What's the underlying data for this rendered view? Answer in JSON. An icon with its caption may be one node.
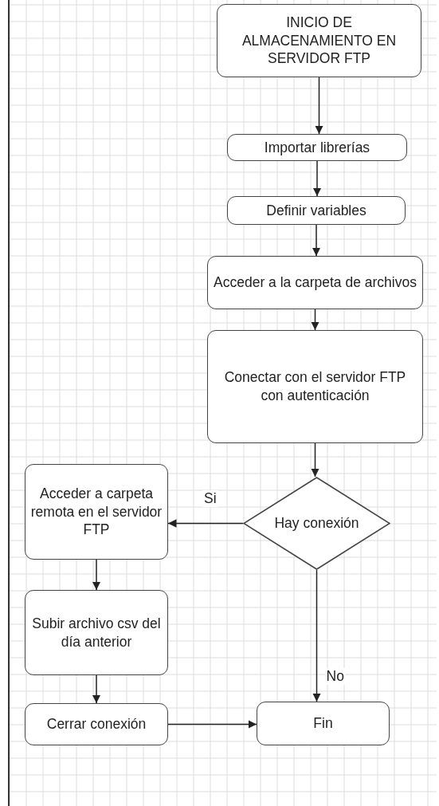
{
  "diagram": {
    "nodes": [
      {
        "text": [
          "INICIO DE ALMACENAMIENTO EN SERVIDOR FTP"
        ]
      },
      {
        "text": [
          "Importar librerías"
        ]
      },
      {
        "text": [
          "Definir variables"
        ]
      },
      {
        "text": [
          "Acceder a la carpeta de archivos"
        ]
      },
      {
        "text": [
          "Conectar con el servidor FTP con autenticación"
        ]
      },
      {
        "text": [
          "Hay conexión"
        ]
      },
      {
        "text": [
          "Acceder a carpeta remota en el servidor FTP"
        ]
      },
      {
        "text": [
          "Subir archivo csv del día anterior"
        ]
      },
      {
        "text": [
          "Cerrar conexión"
        ]
      },
      {
        "text": [
          "Fin"
        ]
      }
    ],
    "edges": [
      {
        "from": 0,
        "to": 1,
        "arrow": "to"
      },
      {
        "from": 1,
        "to": 2,
        "arrow": "to"
      },
      {
        "from": 2,
        "to": 3,
        "arrow": "to"
      },
      {
        "from": 3,
        "to": 4,
        "arrow": "to"
      },
      {
        "from": 4,
        "to": 5,
        "arrow": "to"
      },
      {
        "from": 5,
        "to": 6,
        "arrow": "to",
        "label": "Si"
      },
      {
        "from": 5,
        "to": 9,
        "arrow": "to",
        "label": "No"
      },
      {
        "from": 6,
        "to": 7,
        "arrow": "to"
      },
      {
        "from": 7,
        "to": 8,
        "arrow": "to"
      },
      {
        "from": 8,
        "to": 9,
        "arrow": "to"
      }
    ]
  }
}
